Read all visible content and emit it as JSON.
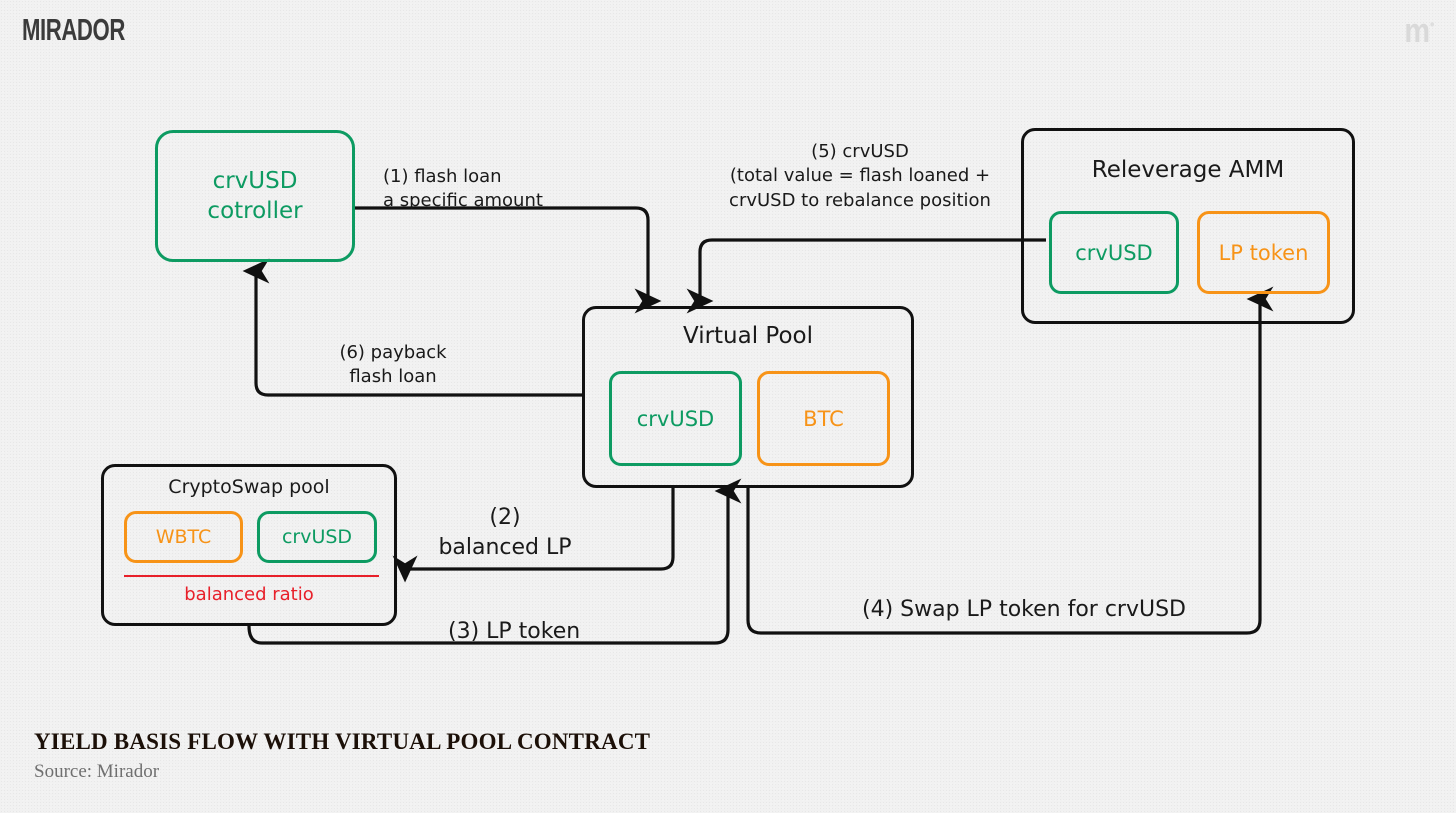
{
  "brand": {
    "logo": "MIRADOR",
    "watermark": "m",
    "watermark_dot": "•"
  },
  "colors": {
    "green": "#0d9b62",
    "orange": "#f79317",
    "red": "#e8202a",
    "ink": "#111111",
    "background": "#f1f1f1"
  },
  "nodes": {
    "controller": {
      "line1": "crvUSD",
      "line2": "cotroller"
    },
    "virtual_pool": {
      "title": "Virtual Pool",
      "tokens": [
        {
          "label": "crvUSD",
          "color": "green"
        },
        {
          "label": "BTC",
          "color": "orange"
        }
      ]
    },
    "releverage_amm": {
      "title": "Releverage AMM",
      "tokens": [
        {
          "label": "crvUSD",
          "color": "green"
        },
        {
          "label": "LP token",
          "color": "orange"
        }
      ]
    },
    "cryptoswap_pool": {
      "title": "CryptoSwap pool",
      "tokens": [
        {
          "label": "WBTC",
          "color": "orange"
        },
        {
          "label": "crvUSD",
          "color": "green"
        }
      ],
      "ratio_text": "balanced ratio"
    }
  },
  "edges": {
    "e1": "(1) flash loan\na specific amount",
    "e2": "(2)\nbalanced LP",
    "e3": "(3) LP token",
    "e4": "(4) Swap LP token for crvUSD",
    "e5": "(5) crvUSD\n(total value = flash loaned +\ncrvUSD to rebalance position",
    "e6": "(6) payback\nflash loan"
  },
  "caption": {
    "title": "YIELD BASIS FLOW WITH VIRTUAL POOL CONTRACT",
    "source": "Source: Mirador"
  }
}
